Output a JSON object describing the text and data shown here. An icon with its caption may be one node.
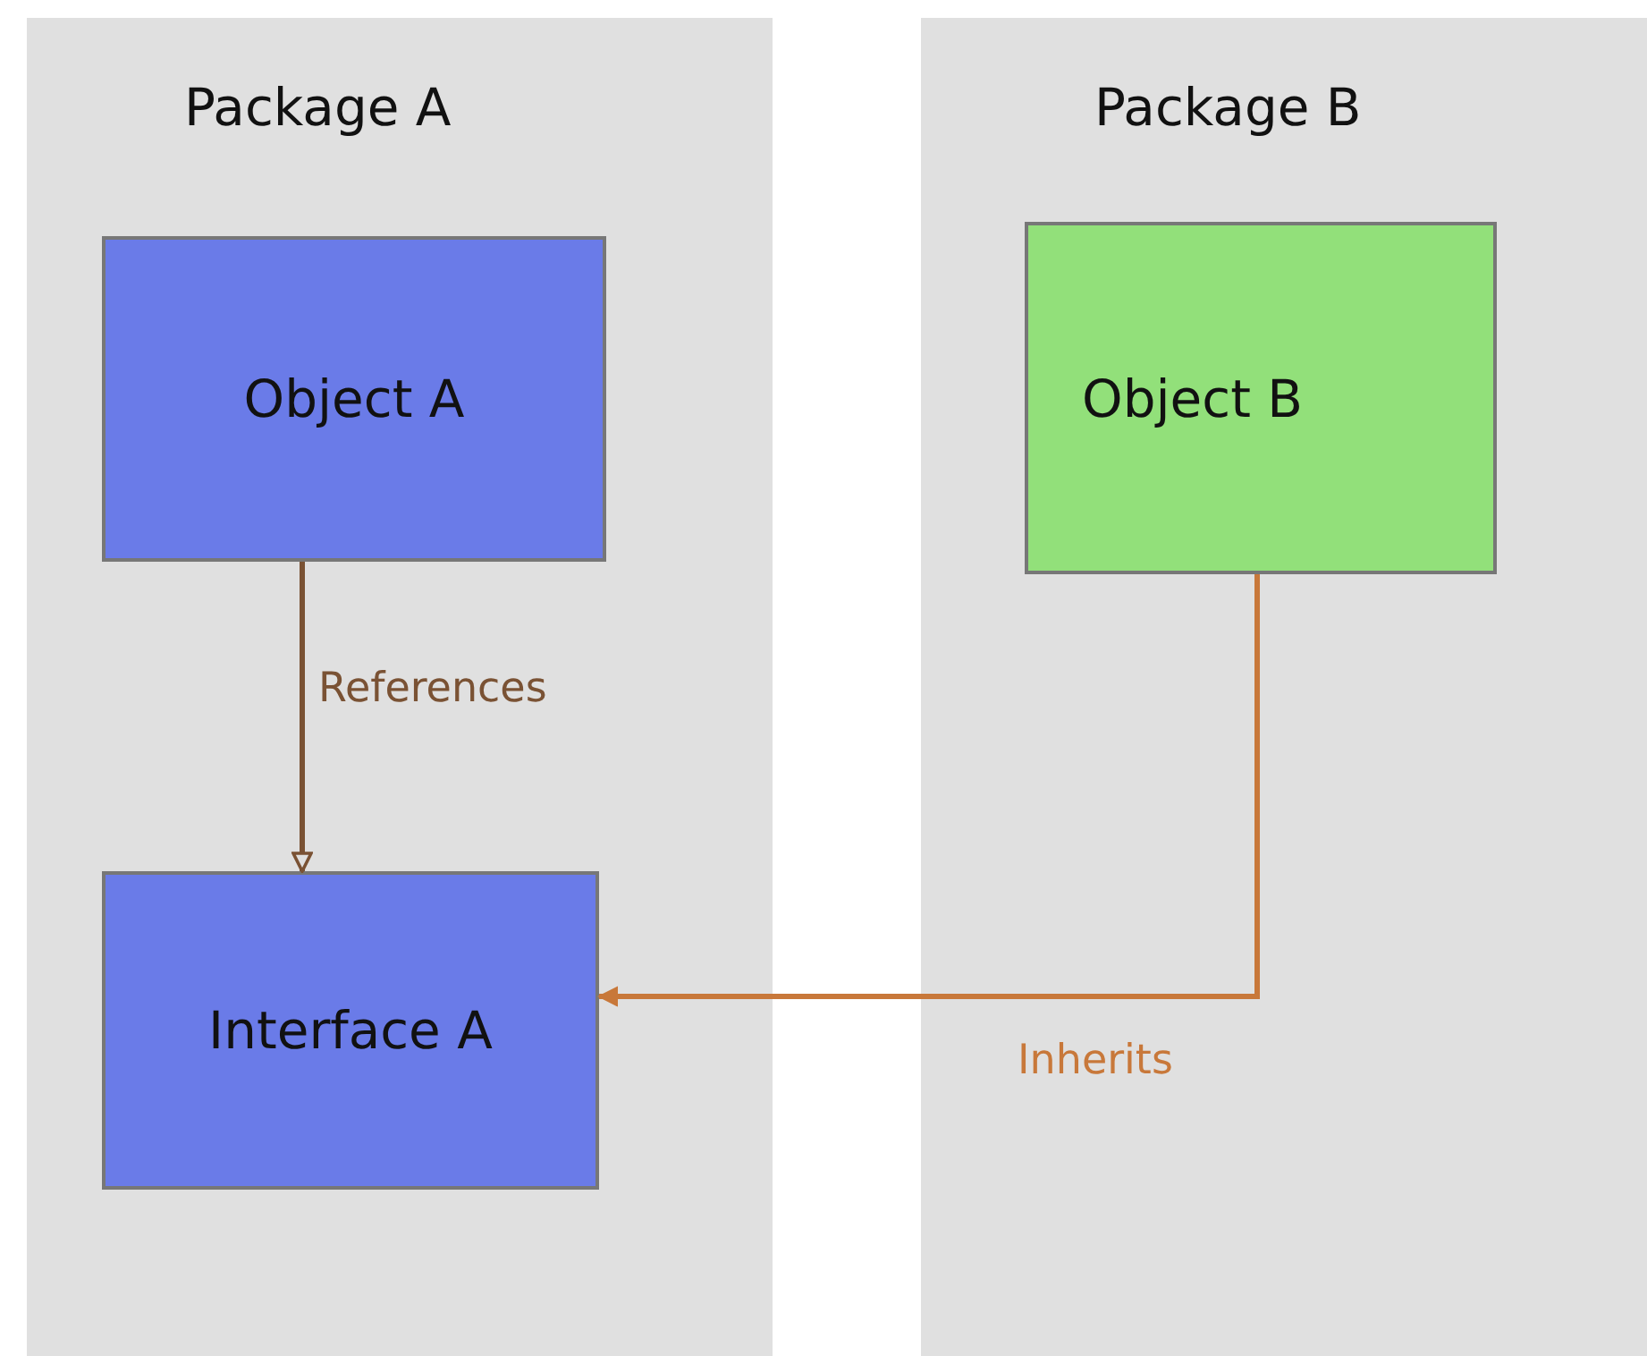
{
  "diagram": {
    "nodes": [
      {
        "text": [
          "Package A"
        ]
      },
      {
        "text": [
          "Object A"
        ],
        "in": 0
      },
      {
        "text": [
          "Interface A"
        ],
        "in": 0
      },
      {
        "text": [
          "Package B"
        ]
      },
      {
        "text": [
          "Object B"
        ],
        "in": 3
      }
    ],
    "edges": [
      {
        "from": 1,
        "to": 2,
        "arrow": "to",
        "label": "References",
        "color": "#7a5234"
      },
      {
        "from": 4,
        "to": 2,
        "arrow": "to",
        "label": "Inherits",
        "color": "#c8783a"
      }
    ]
  }
}
